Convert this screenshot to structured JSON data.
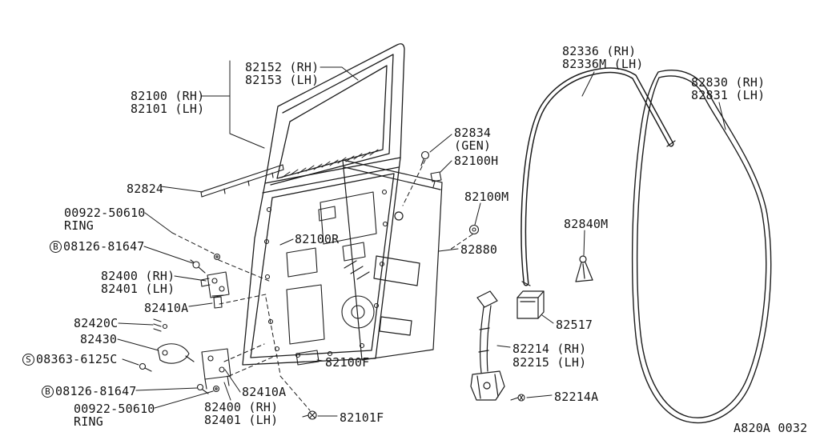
{
  "diagram": {
    "drawing_code": "A820A 0032",
    "background": "#ffffff",
    "line_color": "#1c1c1c"
  },
  "labels": [
    {
      "part": "82152",
      "text": "82152 (RH)"
    },
    {
      "part": "82153",
      "text": "82153 (LH)"
    },
    {
      "part": "82100",
      "text": "82100 (RH)"
    },
    {
      "part": "82101",
      "text": "82101 (LH)"
    },
    {
      "part": "82336",
      "text": "82336 (RH)"
    },
    {
      "part": "82336M",
      "text": "82336M (LH)"
    },
    {
      "part": "82830",
      "text": "82830 (RH)"
    },
    {
      "part": "82831",
      "text": "82831 (LH)"
    },
    {
      "part": "82834",
      "text": "82834"
    },
    {
      "part": "82834-gen",
      "text": "(GEN)"
    },
    {
      "part": "82100H",
      "text": "82100H"
    },
    {
      "part": "82824",
      "text": "82824"
    },
    {
      "part": "82100M",
      "text": "82100M"
    },
    {
      "part": "00922-50610-upper",
      "text": "00922-50610"
    },
    {
      "part": "ring-upper",
      "text": "RING"
    },
    {
      "part": "08126-81647-upper",
      "prefix": "B",
      "text": "08126-81647"
    },
    {
      "part": "82400-upper",
      "text": "82400 (RH)"
    },
    {
      "part": "82401-upper",
      "text": "82401 (LH)"
    },
    {
      "part": "82410A-upper",
      "text": "82410A"
    },
    {
      "part": "82420C",
      "text": "82420C"
    },
    {
      "part": "82430",
      "text": "82430"
    },
    {
      "part": "08363-6125C",
      "prefix": "S",
      "text": "08363-6125C"
    },
    {
      "part": "08126-81647-lower",
      "prefix": "B",
      "text": "08126-81647"
    },
    {
      "part": "00922-50610-lower",
      "text": "00922-50610"
    },
    {
      "part": "ring-lower",
      "text": "RING"
    },
    {
      "part": "82400-lower",
      "text": "82400 (RH)"
    },
    {
      "part": "82401-lower",
      "text": "82401 (LH)"
    },
    {
      "part": "82410A-lower",
      "text": "82410A"
    },
    {
      "part": "82101F",
      "text": "82101F"
    },
    {
      "part": "82100F",
      "text": "82100F"
    },
    {
      "part": "82100R",
      "text": "82100R"
    },
    {
      "part": "82880",
      "text": "82880"
    },
    {
      "part": "82840M",
      "text": "82840M"
    },
    {
      "part": "82517",
      "text": "82517"
    },
    {
      "part": "82214",
      "text": "82214 (RH)"
    },
    {
      "part": "82215",
      "text": "82215 (LH)"
    },
    {
      "part": "82214A",
      "text": "82214A"
    },
    {
      "part": "drawing-code",
      "text": "A820A 0032"
    }
  ]
}
